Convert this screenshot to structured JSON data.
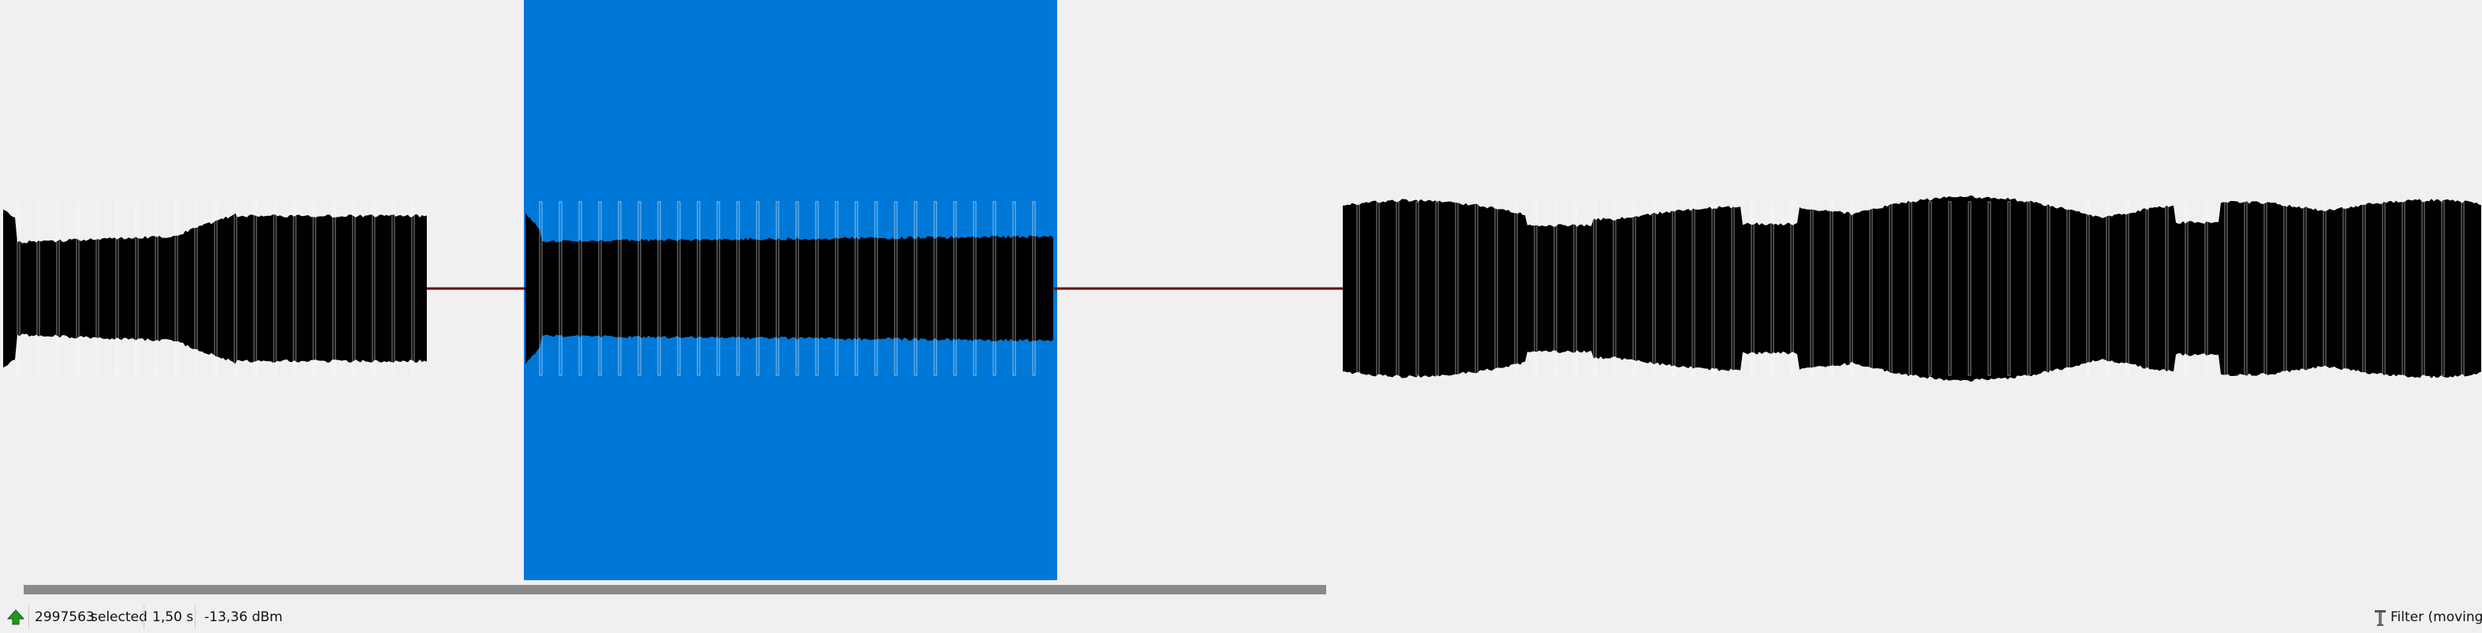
{
  "signal_view": {
    "selection": {
      "start_fraction": 0.211,
      "end_fraction": 0.426
    },
    "colors": {
      "background": "#f0f0f0",
      "selection": "#0078d7",
      "waveform": "#000000",
      "noise_line": "#6b0000",
      "selection_noise_line": "#222222"
    }
  },
  "scrollbar": {
    "visible_fraction": 0.535
  },
  "statusbar": {
    "status_icon": "arrow-up-icon",
    "selected_count": "2997563",
    "selected_label": "selected",
    "duration": "1,50 s",
    "power": "-13,36 dBm",
    "filter_icon": "filter-icon",
    "filter_label": "Filter (moving av"
  }
}
